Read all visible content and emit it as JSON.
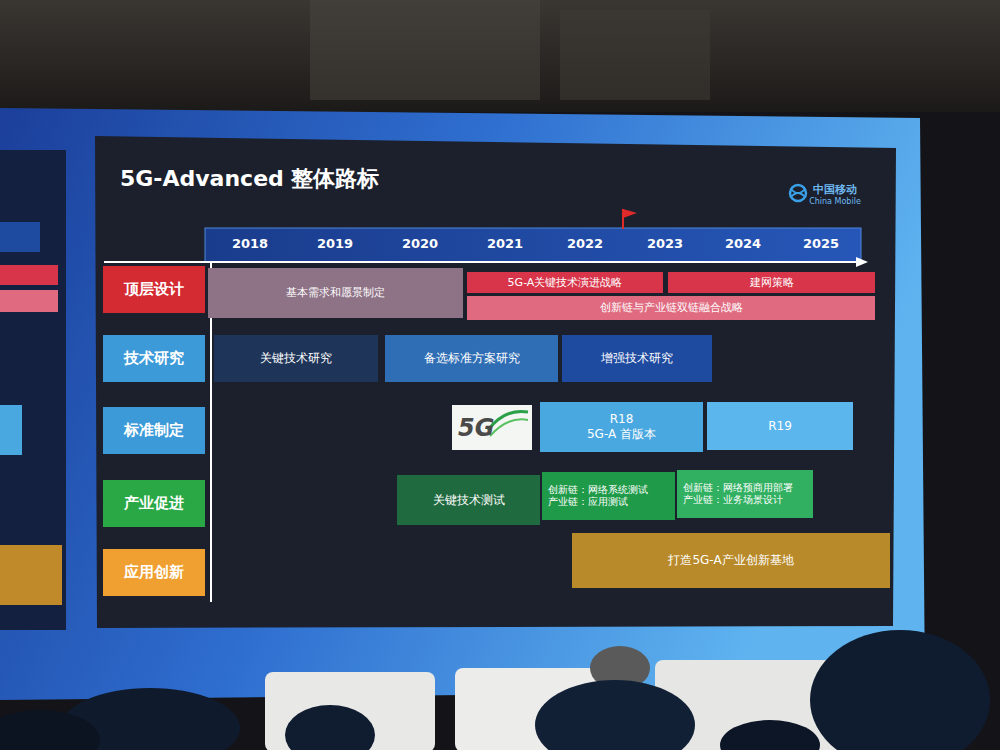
{
  "diagram": {
    "title": "5G-Advanced 整体路标",
    "nodes": [
      {
        "text": [
          "顶层设计"
        ]
      },
      {
        "text": [
          "基本需求和愿景制定"
        ]
      },
      {
        "text": [
          "5G-A关键技术演进战略"
        ]
      },
      {
        "text": [
          "建网策略"
        ]
      },
      {
        "text": [
          "创新链与产业链双链融合战略"
        ]
      },
      {
        "text": [
          "技术研究"
        ]
      },
      {
        "text": [
          "关键技术研究"
        ]
      },
      {
        "text": [
          "备选标准方案研究"
        ]
      },
      {
        "text": [
          "增强技术研究"
        ]
      },
      {
        "text": [
          "标准制定"
        ]
      },
      {
        "text": [
          "5G"
        ]
      },
      {
        "text": [
          "R18",
          "5G-A 首版本"
        ]
      },
      {
        "text": [
          "R19"
        ]
      },
      {
        "text": [
          "产业促进"
        ]
      },
      {
        "text": [
          "关键技术测试"
        ]
      },
      {
        "text": [
          "创新链：网络系统测试",
          "产业链：应用测试"
        ]
      },
      {
        "text": [
          "创新链：网络预商用部署",
          "产业链：业务场景设计"
        ]
      },
      {
        "text": [
          "应用创新"
        ]
      },
      {
        "text": [
          "打造5G-A产业创新基地"
        ]
      }
    ],
    "labels": [
      "2018",
      "2019",
      "2020",
      "2021",
      "2022",
      "2023",
      "2024",
      "2025",
      "中国移动",
      "China Mobile"
    ]
  }
}
